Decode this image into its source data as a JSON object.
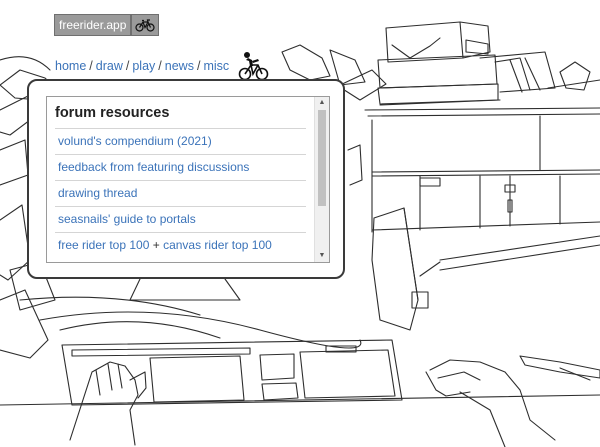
{
  "header": {
    "logo_text": "freerider.app",
    "bike_icon": "bicycle-icon"
  },
  "nav": {
    "items": [
      "home",
      "draw",
      "play",
      "news",
      "misc"
    ],
    "separator": "/"
  },
  "forum": {
    "title": "forum resources",
    "items": [
      {
        "label": "volund's compendium (2021)"
      },
      {
        "label": "feedback from featuring discussions"
      },
      {
        "label": "drawing thread"
      },
      {
        "label": "seasnails' guide to portals"
      },
      {
        "label": "free rider top 100",
        "joiner": " + ",
        "label2": "canvas rider top 100"
      }
    ]
  },
  "colors": {
    "link": "#3b73b9",
    "badge": "#9a9a9a"
  }
}
